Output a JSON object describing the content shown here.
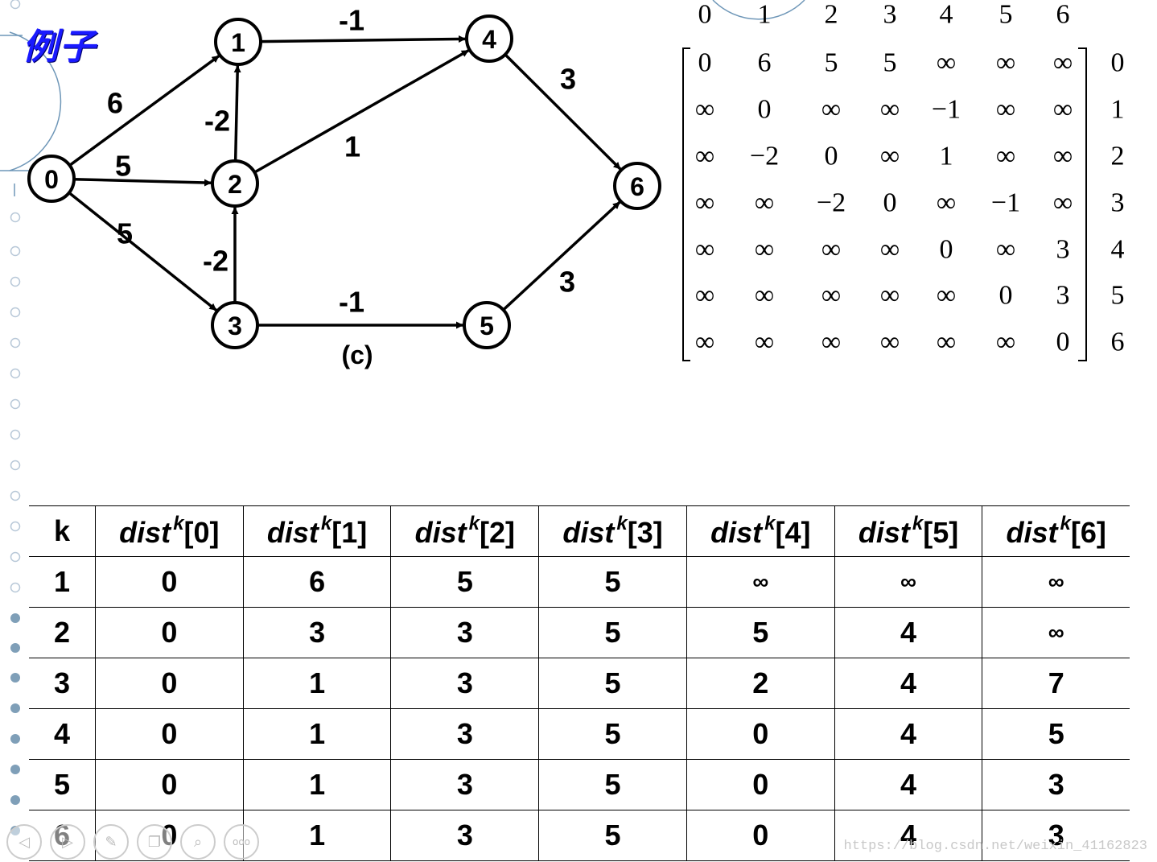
{
  "slide": {
    "title": "例子"
  },
  "graph": {
    "caption": "(c)",
    "nodes": [
      {
        "id": "0",
        "label": "0"
      },
      {
        "id": "1",
        "label": "1"
      },
      {
        "id": "2",
        "label": "2"
      },
      {
        "id": "3",
        "label": "3"
      },
      {
        "id": "4",
        "label": "4"
      },
      {
        "id": "5",
        "label": "5"
      },
      {
        "id": "6",
        "label": "6"
      }
    ],
    "edges": [
      {
        "from": "0",
        "to": "1",
        "weight": "6"
      },
      {
        "from": "0",
        "to": "2",
        "weight": "5"
      },
      {
        "from": "0",
        "to": "3",
        "weight": "5"
      },
      {
        "from": "1",
        "to": "4",
        "weight": "-1"
      },
      {
        "from": "2",
        "to": "1",
        "weight": "-2"
      },
      {
        "from": "2",
        "to": "4",
        "weight": "1"
      },
      {
        "from": "3",
        "to": "2",
        "weight": "-2"
      },
      {
        "from": "3",
        "to": "5",
        "weight": "-1"
      },
      {
        "from": "4",
        "to": "6",
        "weight": "3"
      },
      {
        "from": "5",
        "to": "6",
        "weight": "3"
      }
    ]
  },
  "matrix": {
    "col_labels": [
      "0",
      "1",
      "2",
      "3",
      "4",
      "5",
      "6"
    ],
    "row_labels": [
      "0",
      "1",
      "2",
      "3",
      "4",
      "5",
      "6"
    ],
    "rows": [
      [
        "0",
        "6",
        "5",
        "5",
        "∞",
        "∞",
        "∞"
      ],
      [
        "∞",
        "0",
        "∞",
        "∞",
        "−1",
        "∞",
        "∞"
      ],
      [
        "∞",
        "−2",
        "0",
        "∞",
        "1",
        "∞",
        "∞"
      ],
      [
        "∞",
        "∞",
        "−2",
        "0",
        "∞",
        "−1",
        "∞"
      ],
      [
        "∞",
        "∞",
        "∞",
        "∞",
        "0",
        "∞",
        "3"
      ],
      [
        "∞",
        "∞",
        "∞",
        "∞",
        "∞",
        "0",
        "3"
      ],
      [
        "∞",
        "∞",
        "∞",
        "∞",
        "∞",
        "∞",
        "0"
      ]
    ]
  },
  "table": {
    "k_header": "k",
    "dist_word": "dist",
    "sup": "k",
    "indices": [
      "[0]",
      "[1]",
      "[2]",
      "[3]",
      "[4]",
      "[5]",
      "[6]"
    ],
    "rows": [
      {
        "k": "1",
        "vals": [
          "0",
          "6",
          "5",
          "5",
          "∞",
          "∞",
          "∞"
        ],
        "hl": [
          0,
          0,
          0,
          0,
          0,
          0,
          0
        ]
      },
      {
        "k": "2",
        "vals": [
          "0",
          "3",
          "3",
          "5",
          "5",
          "4",
          "∞"
        ],
        "hl": [
          0,
          1,
          1,
          0,
          1,
          1,
          0
        ]
      },
      {
        "k": "3",
        "vals": [
          "0",
          "1",
          "3",
          "5",
          "2",
          "4",
          "7"
        ],
        "hl": [
          0,
          1,
          0,
          0,
          1,
          0,
          1
        ]
      },
      {
        "k": "4",
        "vals": [
          "0",
          "1",
          "3",
          "5",
          "0",
          "4",
          "5"
        ],
        "hl": [
          0,
          0,
          0,
          0,
          1,
          0,
          1
        ]
      },
      {
        "k": "5",
        "vals": [
          "0",
          "1",
          "3",
          "5",
          "0",
          "4",
          "3"
        ],
        "hl": [
          0,
          0,
          0,
          0,
          0,
          0,
          1
        ]
      },
      {
        "k": "6",
        "vals": [
          "0",
          "1",
          "3",
          "5",
          "0",
          "4",
          "3"
        ],
        "hl": [
          0,
          0,
          0,
          0,
          0,
          0,
          0
        ]
      }
    ]
  },
  "colors": {
    "highlight": "#1010ff",
    "title": "#1a1aff"
  },
  "toolbar": {
    "icons": [
      "arrow-left-icon",
      "arrow-right-icon",
      "pen-icon",
      "copy-icon",
      "magnifier-icon",
      "more-icon"
    ],
    "more_label": "ooo"
  },
  "watermark": "https://blog.csdn.net/weixin_41162823"
}
